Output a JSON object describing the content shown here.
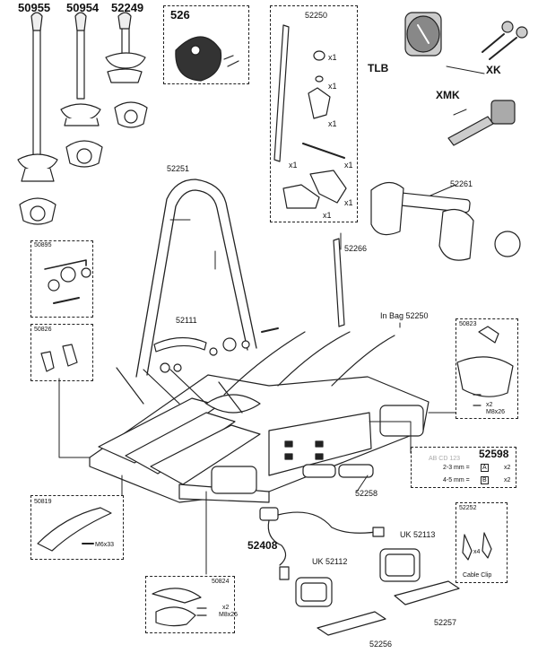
{
  "top_left_parts": [
    "50955",
    "50954",
    "52249"
  ],
  "lock_part": "526",
  "bag_part": "52250",
  "qty_x1": "x1",
  "lock_cylinder": "TLB",
  "keys": "XK",
  "master_key": "XMK",
  "frame_part": "52251",
  "arm_part": "52261",
  "bolt_kit": "50895",
  "strap_part": "52266",
  "in_bag_label": "In Bag 52250",
  "clamp_part": "52111",
  "wheel_holder_part": "50826",
  "tail_light_holder": "50823",
  "screw_qty": "x2",
  "screw_m8x26": "M8x26",
  "plate_part": "52598",
  "plate_text": "AB CD 123",
  "plate_2_3mm": "2-3 mm =",
  "plate_4_5mm": "4-5 mm =",
  "plate_a": "A",
  "plate_b": "B",
  "plate_qty": "x2",
  "foot_part": "52258",
  "wheel_strap_part": "50819",
  "screw_m6x33": "M6x33",
  "cable_clip_part": "52252",
  "cable_clip_qty": "x4",
  "cable_clip_label": "Cable Clip",
  "wiring_part": "52408",
  "uk_left": "UK 52112",
  "uk_right": "UK 52113",
  "light_mount_part": "50824",
  "plate_holder_left": "52256",
  "plate_holder_right": "52257"
}
